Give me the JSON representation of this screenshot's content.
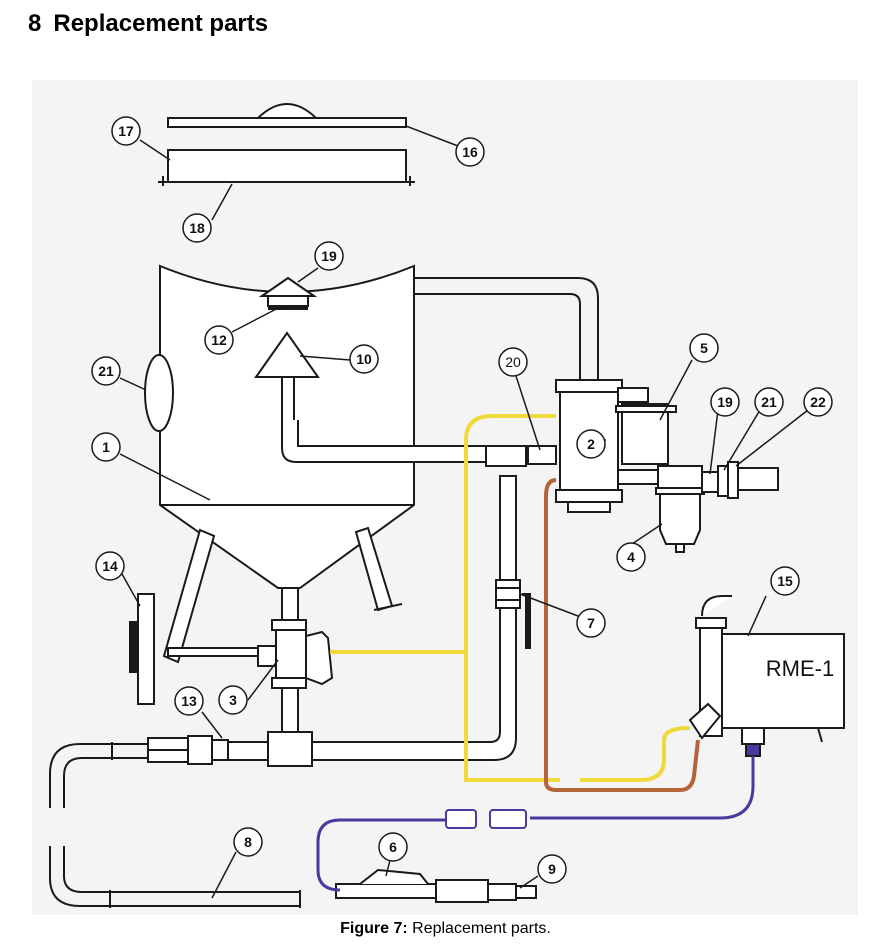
{
  "section": {
    "number": "8",
    "title": "Replacement parts"
  },
  "figure": {
    "device_label": "RME-1",
    "part_labels": [
      "1",
      "2",
      "3",
      "4",
      "5",
      "6",
      "7",
      "8",
      "9",
      "10",
      "12",
      "13",
      "14",
      "15",
      "16",
      "17",
      "18",
      "19",
      "19",
      "20",
      "21",
      "21",
      "22"
    ],
    "colors": {
      "line": "#1a1a1a",
      "background": "#f4f4f4",
      "air_hose": "#f0d93a",
      "brown_hose": "#b5643a",
      "cable": "#4a3aa0"
    }
  },
  "caption": {
    "label": "Figure 7:",
    "text": "Replacement parts."
  }
}
